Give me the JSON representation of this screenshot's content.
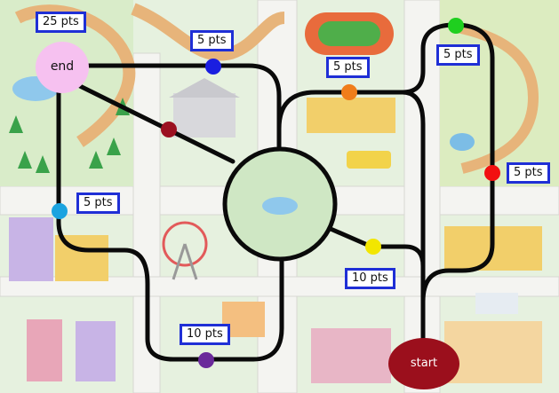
{
  "board": {
    "colors": {
      "background": "#e6f1df",
      "road": "#f2f2ef",
      "path": "#0a0a0a",
      "label_border": "#1f2fd6",
      "end_node": "#f6c1f0",
      "start_node": "#9b0f1c"
    },
    "nodes": {
      "end": {
        "label": "end"
      },
      "start": {
        "label": "start"
      }
    },
    "checkpoints": [
      {
        "name": "blue",
        "color": "#1a1ee0"
      },
      {
        "name": "dark-red",
        "color": "#9b1020"
      },
      {
        "name": "orange",
        "color": "#f07d1a"
      },
      {
        "name": "green",
        "color": "#1fcf1f"
      },
      {
        "name": "red",
        "color": "#f21010"
      },
      {
        "name": "cyan",
        "color": "#1ba3e0"
      },
      {
        "name": "yellow",
        "color": "#f2e600"
      },
      {
        "name": "purple",
        "color": "#6a2a9a"
      }
    ],
    "labels": [
      {
        "id": "pts-end",
        "text": "25 pts"
      },
      {
        "id": "pts-blue",
        "text": "5 pts"
      },
      {
        "id": "pts-orange",
        "text": "5 pts"
      },
      {
        "id": "pts-green",
        "text": "5 pts"
      },
      {
        "id": "pts-red",
        "text": "5 pts"
      },
      {
        "id": "pts-cyan",
        "text": "5 pts"
      },
      {
        "id": "pts-yellow",
        "text": "10 pts"
      },
      {
        "id": "pts-purple",
        "text": "10 pts"
      }
    ]
  }
}
